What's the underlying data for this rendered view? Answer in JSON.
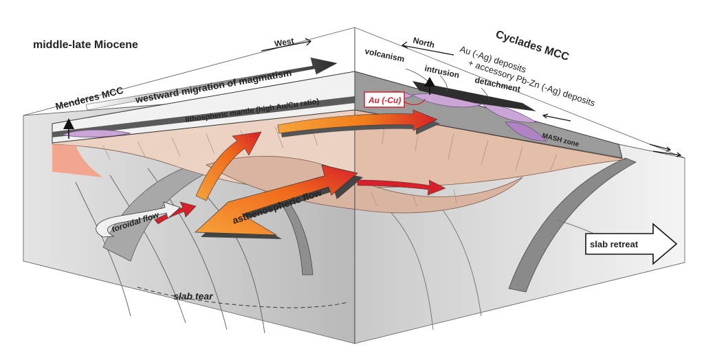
{
  "labels": {
    "period": "middle-late Miocene",
    "menderes": "Menderes MCC",
    "cyclades": "Cyclades MCC",
    "west": "West",
    "north": "North",
    "westward_migration": "westward migration of magmatism",
    "lithospheric_mantle": "lithospheric mantle (high Au/Cu ratio)",
    "volcanism": "volcanism",
    "intrusion": "intrusion",
    "detachment": "detachment",
    "au_ag_deposits": "Au (-Ag) deposits",
    "pbzn_deposits": "+ accessory Pb-Zn (-Ag) deposits",
    "au_cu": "Au (-Cu)",
    "mash_zone": "MASH zone",
    "toroidal_flow": "toroidal flow",
    "asthenospheric_flow": "asthenospheric flow",
    "slab_retreat": "slab retreat",
    "slab_tear": "slab tear"
  },
  "colors": {
    "lithosphere": "#ecd2c2",
    "asthenosphere": "#d9b4a0",
    "slab": "#d4d4d4",
    "slab_dark": "#8f8f8f",
    "crust_top": "#f0f0f0",
    "melt": "#c9a6d6",
    "flow_orange": "#f07d1a",
    "flow_red": "#d6202a",
    "au_cu_label": "#d6202a"
  }
}
